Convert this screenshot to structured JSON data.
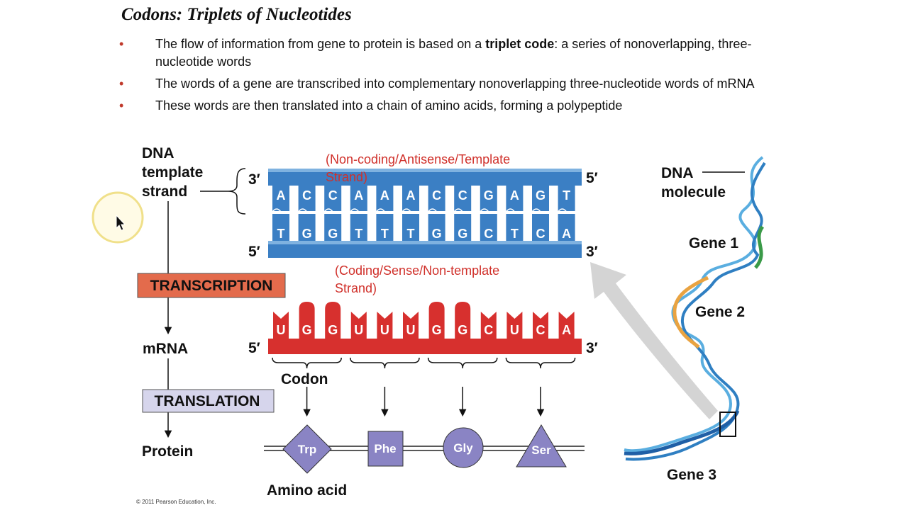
{
  "slide": {
    "title": "Codons: Triplets of Nucleotides",
    "bullets": [
      {
        "pre": "The flow of information from gene to protein is based on a ",
        "bold": "triplet code",
        "post": ": a series of nonoverlapping, three-nucleotide words"
      },
      {
        "pre": "The words of a gene are transcribed into complementary nonoverlapping three-nucleotide words of mRNA",
        "bold": "",
        "post": ""
      },
      {
        "pre": "These words are then translated into a chain of amino acids, forming a polypeptide",
        "bold": "",
        "post": ""
      }
    ],
    "copyright": "© 2011 Pearson Education, Inc."
  },
  "diagram": {
    "dna_template_label": [
      "DNA",
      "template",
      "strand"
    ],
    "template_annotation": [
      "(Non-coding/Antisense/Template",
      "Strand)"
    ],
    "coding_annotation": [
      "(Coding/Sense/Non-template",
      "Strand)"
    ],
    "top_strand_bases": [
      "A",
      "C",
      "C",
      "A",
      "A",
      "A",
      "C",
      "C",
      "G",
      "A",
      "G",
      "T"
    ],
    "bottom_strand_bases": [
      "T",
      "G",
      "G",
      "T",
      "T",
      "T",
      "G",
      "G",
      "C",
      "T",
      "C",
      "A"
    ],
    "mrna_bases": [
      "U",
      "G",
      "G",
      "U",
      "U",
      "U",
      "G",
      "G",
      "C",
      "U",
      "C",
      "A"
    ],
    "end_labels": {
      "top_left": "3′",
      "top_right": "5′",
      "bottom_left": "5′",
      "bottom_right": "3′",
      "mrna_left": "5′",
      "mrna_right": "3′"
    },
    "transcription": "TRANSCRIPTION",
    "translation": "TRANSLATION",
    "mrna_label": "mRNA",
    "protein_label": "Protein",
    "codon_label": "Codon",
    "amino_acid_label": "Amino acid",
    "amino_acids": [
      "Trp",
      "Phe",
      "Gly",
      "Ser"
    ],
    "dna_molecule_label": [
      "DNA",
      "molecule"
    ],
    "genes": [
      "Gene 1",
      "Gene 2",
      "Gene 3"
    ],
    "colors": {
      "dna_blue": "#3b7fc4",
      "mrna_red": "#d7302e",
      "transcription_box": "#e36b4c",
      "translation_box": "#d6d5ec",
      "amino_purple": "#8a84c4",
      "annotation_red": "#d0302a"
    }
  }
}
